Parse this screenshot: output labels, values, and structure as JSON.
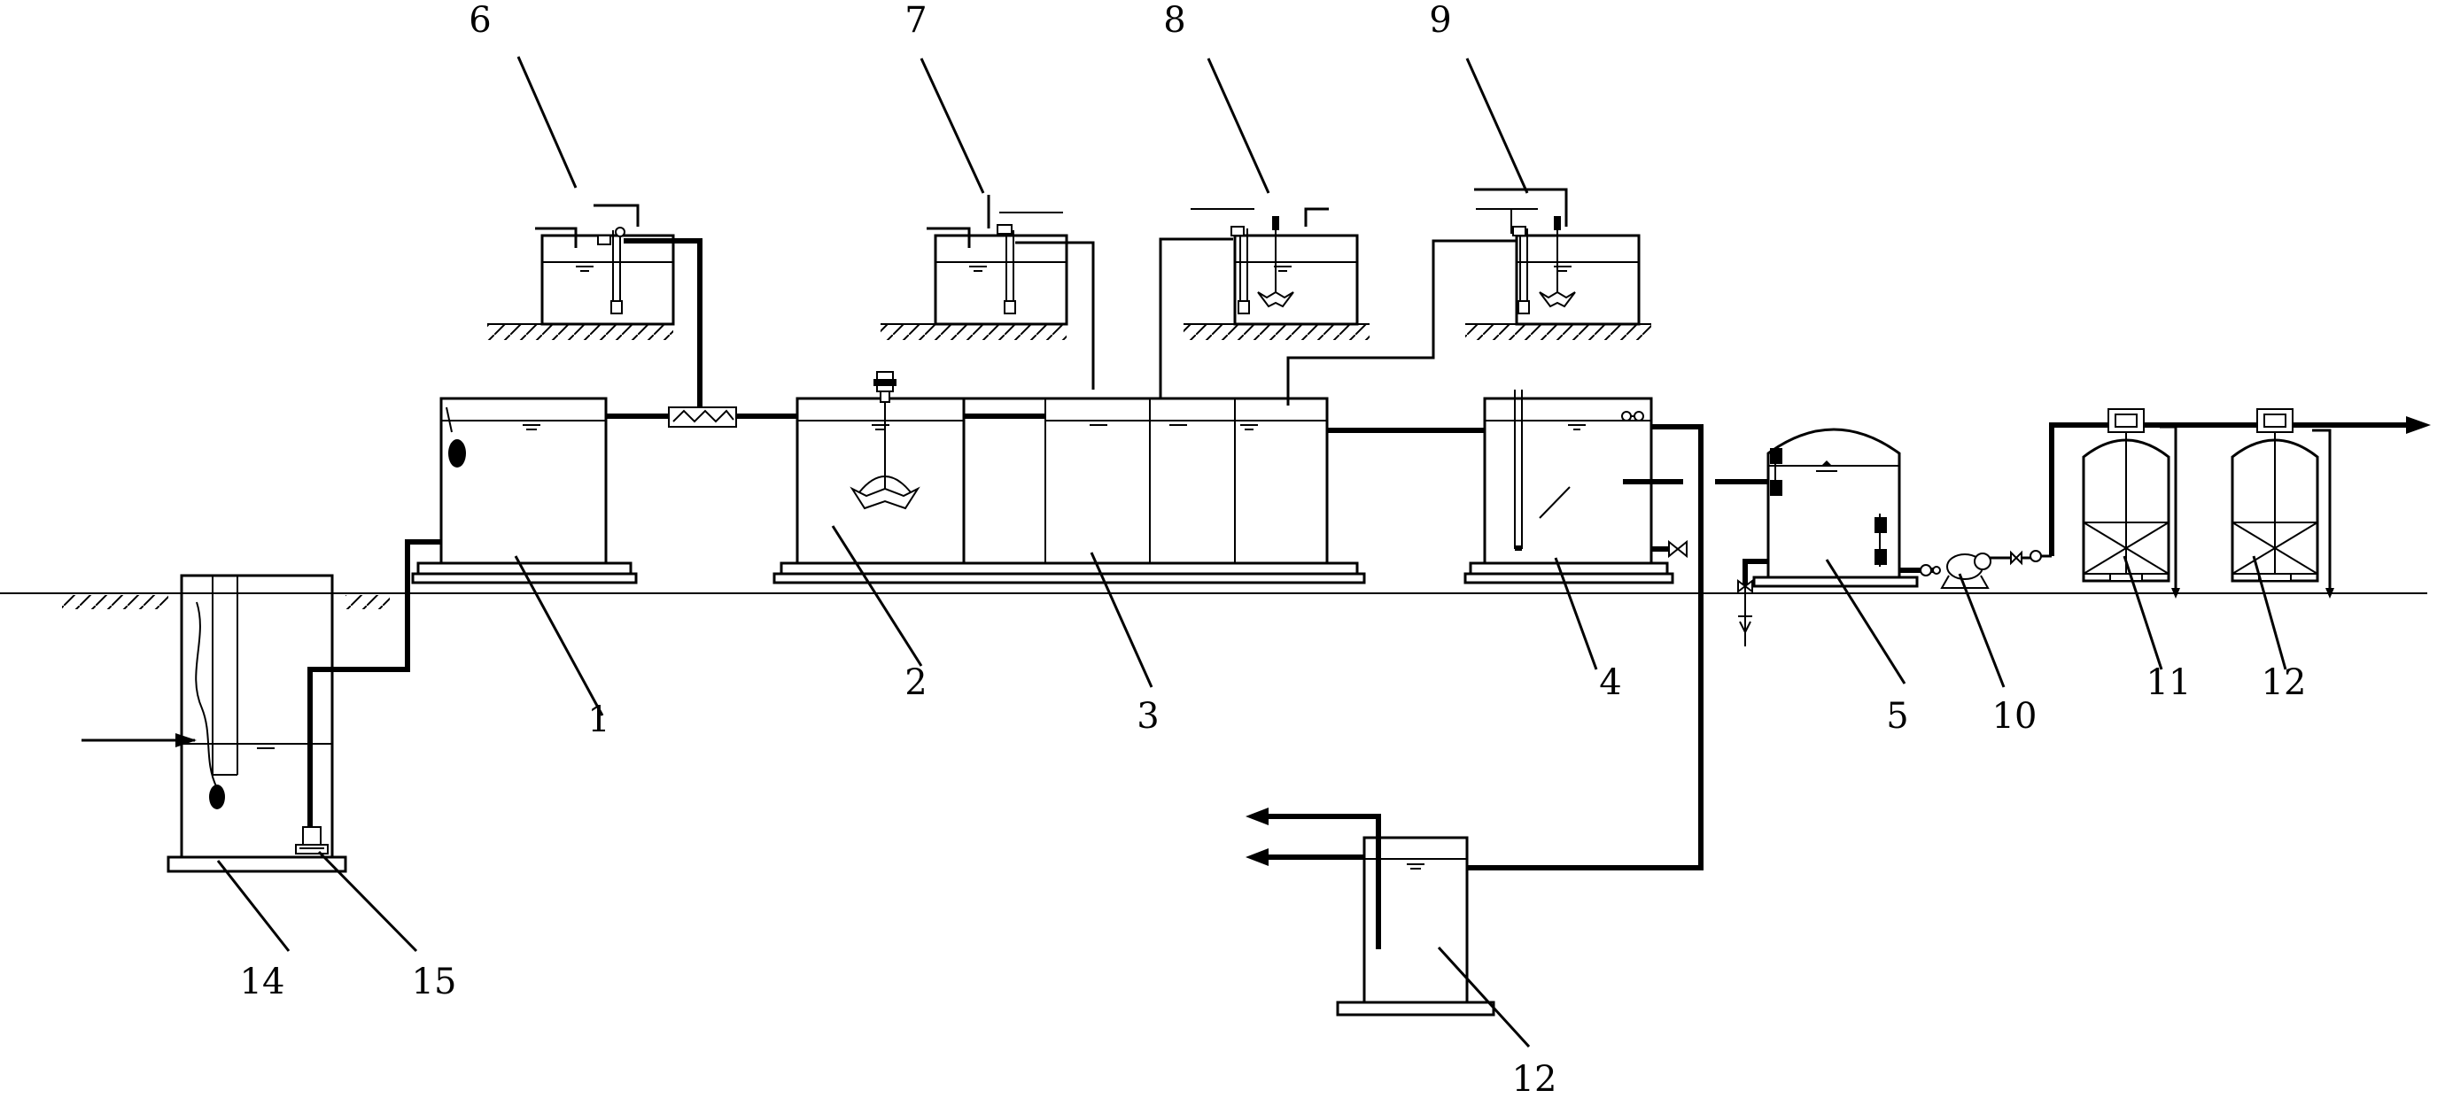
{
  "labels": {
    "l1": "1",
    "l2": "2",
    "l3": "3",
    "l4": "4",
    "l5": "5",
    "l6": "6",
    "l7": "7",
    "l8": "8",
    "l9": "9",
    "l10": "10",
    "l11": "11",
    "l12a": "12",
    "l12b": "12",
    "l14": "14",
    "l15": "15"
  }
}
